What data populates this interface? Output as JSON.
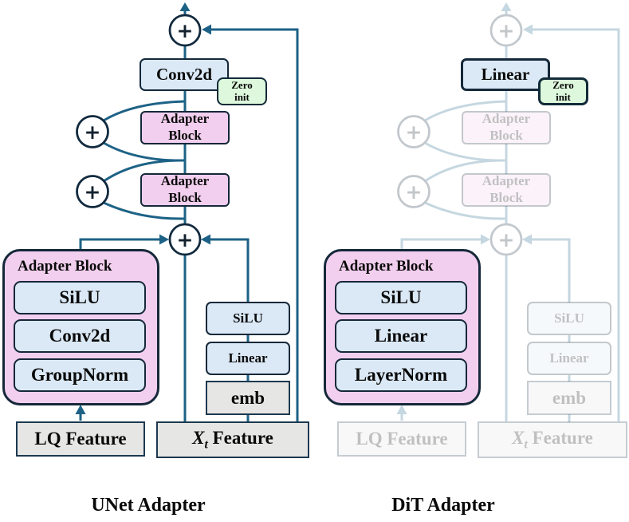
{
  "left": {
    "title": "UNet Adapter",
    "top_op": "Conv2d",
    "zero_init": {
      "line1": "Zero",
      "line2": "init"
    },
    "adapter_block": {
      "line1": "Adapter",
      "line2": "Block"
    },
    "container": {
      "title": "Adapter Block",
      "layers": [
        "SiLU",
        "Conv2d",
        "GroupNorm"
      ]
    },
    "emb_stack": {
      "top": "SiLU",
      "mid": "Linear",
      "bottom": "emb"
    },
    "lq_input": "LQ Feature",
    "xt_input": {
      "var": "X",
      "sub": "t",
      "rest": " Feature"
    }
  },
  "right": {
    "title": "DiT Adapter",
    "top_op": "Linear",
    "zero_init": {
      "line1": "Zero",
      "line2": "init"
    },
    "adapter_block": {
      "line1": "Adapter",
      "line2": "Block"
    },
    "container": {
      "title": "Adapter Block",
      "layers": [
        "SiLU",
        "Linear",
        "LayerNorm"
      ]
    },
    "emb_stack": {
      "top": "SiLU",
      "mid": "Linear",
      "bottom": "emb"
    },
    "lq_input": "LQ Feature",
    "xt_input": {
      "var": "X",
      "sub": "t",
      "rest": " Feature"
    }
  },
  "symbols": {
    "plus": "+"
  },
  "colors": {
    "line_teal": "#1d6286",
    "box_border": "#15283a",
    "blue_fill": "#dbe9f6",
    "pink_fill": "#f2cfee",
    "green_fill": "#ddf8dc",
    "gray_fill": "#e6e6e4",
    "faded_opacity": "0.25"
  }
}
